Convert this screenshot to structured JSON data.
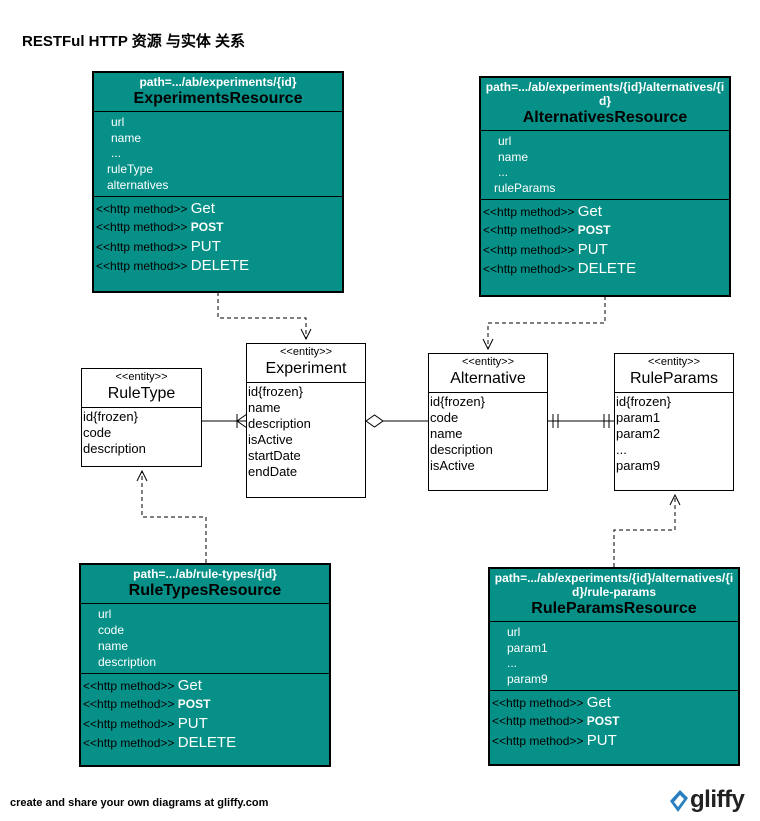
{
  "title": "RESTFul HTTP 资源 与实体 关系",
  "resources": {
    "experiments": {
      "path": "path=.../ab/experiments/{id}",
      "name": "ExperimentsResource",
      "attributes": [
        "url",
        "name",
        "...",
        "ruleType",
        "alternatives"
      ],
      "methods": [
        {
          "prefix": "<<http method>>",
          "verb": "Get"
        },
        {
          "prefix": "<<http method>>",
          "verb": "POST"
        },
        {
          "prefix": "<<http method>>",
          "verb": "PUT"
        },
        {
          "prefix": "<<http method>>",
          "verb": "DELETE"
        }
      ]
    },
    "alternatives": {
      "path": "path=.../ab/experiments/{id}/alternatives/{id}",
      "name": "AlternativesResource",
      "attributes": [
        "url",
        "name",
        "...",
        "ruleParams"
      ],
      "methods": [
        {
          "prefix": "<<http method>>",
          "verb": "Get"
        },
        {
          "prefix": "<<http method>>",
          "verb": "POST"
        },
        {
          "prefix": "<<http method>>",
          "verb": "PUT"
        },
        {
          "prefix": "<<http method>>",
          "verb": "DELETE"
        }
      ]
    },
    "ruletypes": {
      "path": "path=.../ab/rule-types/{id}",
      "name": "RuleTypesResource",
      "attributes": [
        "url",
        "code",
        "name",
        "description"
      ],
      "methods": [
        {
          "prefix": "<<http method>>",
          "verb": "Get"
        },
        {
          "prefix": "<<http method>>",
          "verb": "POST"
        },
        {
          "prefix": "<<http method>>",
          "verb": "PUT"
        },
        {
          "prefix": "<<http method>>",
          "verb": "DELETE"
        }
      ]
    },
    "ruleparams": {
      "path": "path=.../ab/experiments/{id}/alternatives/{id}/rule-params",
      "name": "RuleParamsResource",
      "attributes": [
        "url",
        "param1",
        "...",
        "param9"
      ],
      "methods": [
        {
          "prefix": "<<http method>>",
          "verb": "Get"
        },
        {
          "prefix": "<<http method>>",
          "verb": "POST"
        },
        {
          "prefix": "<<http method>>",
          "verb": "PUT"
        }
      ]
    }
  },
  "entities": {
    "experiment": {
      "stereotype": "<<entity>>",
      "name": "Experiment",
      "attributes": [
        "id{frozen}",
        "name",
        "description",
        "isActive",
        "startDate",
        "endDate"
      ]
    },
    "ruletype": {
      "stereotype": "<<entity>>",
      "name": "RuleType",
      "attributes": [
        "id{frozen}",
        "code",
        "description"
      ]
    },
    "alternative": {
      "stereotype": "<<entity>>",
      "name": "Alternative",
      "attributes": [
        "id{frozen}",
        "code",
        "name",
        "description",
        "isActive"
      ]
    },
    "ruleparams": {
      "stereotype": "<<entity>>",
      "name": "RuleParams",
      "attributes": [
        "id{frozen}",
        "param1",
        "param2",
        "...",
        "param9"
      ]
    }
  },
  "footer": "create and share your own diagrams at gliffy.com",
  "logo": "gliffy",
  "colors": {
    "resource_fill": "#079088",
    "line": "#000000"
  }
}
